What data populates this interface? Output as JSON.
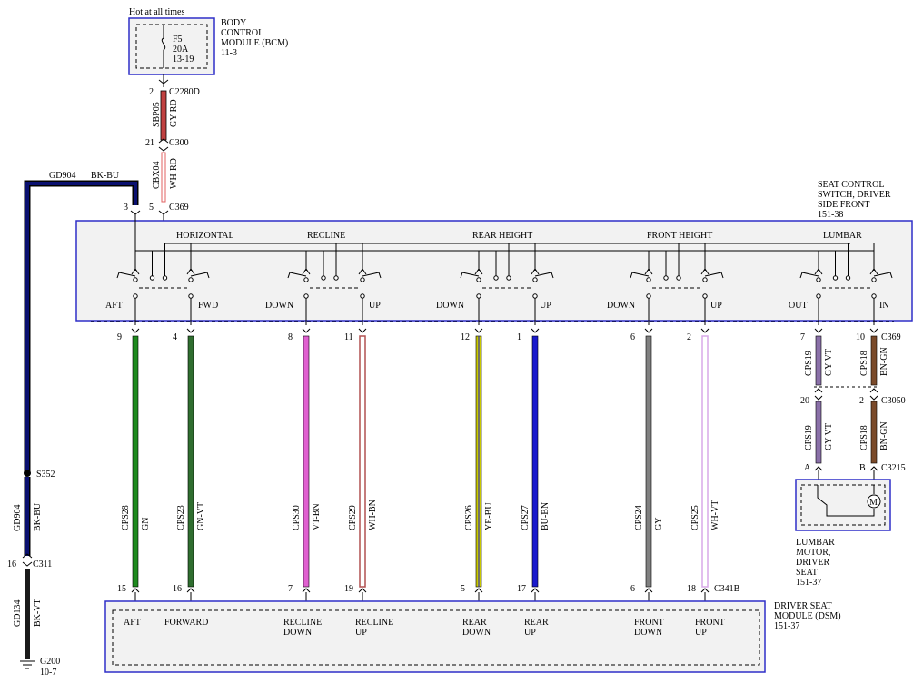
{
  "bcm": {
    "hot_label": "Hot at all times",
    "name_lines": [
      "BODY",
      "CONTROL",
      "MODULE (BCM)",
      "11-3"
    ],
    "fuse_lines": [
      "F5",
      "20A",
      "13-19"
    ]
  },
  "switch": {
    "name_lines": [
      "SEAT CONTROL",
      "SWITCH, DRIVER",
      "SIDE FRONT",
      "151-38"
    ],
    "section_labels": [
      "HORIZONTAL",
      "RECLINE",
      "REAR HEIGHT",
      "FRONT HEIGHT",
      "LUMBAR"
    ],
    "position_labels": [
      "AFT",
      "FWD",
      "DOWN",
      "UP",
      "DOWN",
      "UP",
      "DOWN",
      "UP",
      "OUT",
      "IN"
    ]
  },
  "dsm": {
    "name_lines": [
      "DRIVER SEAT",
      "MODULE (DSM)",
      "151-37"
    ],
    "pin_labels": [
      [
        "AFT"
      ],
      [
        "FORWARD"
      ],
      [
        "RECLINE",
        "DOWN"
      ],
      [
        "RECLINE",
        "UP"
      ],
      [
        "REAR",
        "DOWN"
      ],
      [
        "REAR",
        "UP"
      ],
      [
        "FRONT",
        "DOWN"
      ],
      [
        "FRONT",
        "UP"
      ]
    ]
  },
  "lumbar_motor": {
    "name_lines": [
      "LUMBAR",
      "MOTOR,",
      "DRIVER",
      "SEAT",
      "151-37"
    ],
    "pin_a": "A",
    "pin_b": "B",
    "motor_symbol": "M"
  },
  "connectors": {
    "c2280d": "C2280D",
    "c300": "C300",
    "c369_top": "C369",
    "c369_right": "C369",
    "c3050": "C3050",
    "c3215": "C3215",
    "c341b": "C341B",
    "c311": "C311",
    "s352": "S352",
    "g200": "G200",
    "g200_ref": "10-7"
  },
  "pins": {
    "bcm_out": "2",
    "c300_pin": "21",
    "ground_pin": "3",
    "power_pin": "5",
    "switch_out": [
      "9",
      "4",
      "8",
      "11",
      "12",
      "1",
      "6",
      "2",
      "7",
      "10"
    ],
    "dsm_in": [
      "15",
      "16",
      "7",
      "19",
      "5",
      "17",
      "6",
      "18"
    ],
    "c3050_pins": [
      "20",
      "2"
    ],
    "c311_pin": "16"
  },
  "wires": {
    "power_top": {
      "circuit": "SBP05",
      "color": "GY-RD"
    },
    "power_mid": {
      "circuit": "CBX04",
      "color": "WH-RD"
    },
    "ground_top": {
      "circuit": "GD904",
      "color": "BK-BU"
    },
    "ground_left": {
      "circuit": "GD904",
      "color": "BK-BU"
    },
    "ground_bottom": {
      "circuit": "GD134",
      "color": "BK-VT"
    },
    "signals": [
      {
        "circuit": "CPS28",
        "color": "GN"
      },
      {
        "circuit": "CPS23",
        "color": "GN-VT"
      },
      {
        "circuit": "CPS30",
        "color": "VT-BN"
      },
      {
        "circuit": "CPS29",
        "color": "WH-BN"
      },
      {
        "circuit": "CPS26",
        "color": "YE-BU"
      },
      {
        "circuit": "CPS27",
        "color": "BU-BN"
      },
      {
        "circuit": "CPS24",
        "color": "GY"
      },
      {
        "circuit": "CPS25",
        "color": "WH-VT"
      }
    ],
    "lumbar_upper": [
      {
        "circuit": "CPS19",
        "color": "GY-VT"
      },
      {
        "circuit": "CPS18",
        "color": "BN-GN"
      }
    ],
    "lumbar_lower": [
      {
        "circuit": "CPS19",
        "color": "GY-VT"
      },
      {
        "circuit": "CPS18",
        "color": "BN-GN"
      }
    ]
  },
  "colors": {
    "module_border": "#2f2fc8",
    "module_fill": "#f2f2f2",
    "GN": "#1e8a1e",
    "GN-VT": "#2f6e2f",
    "VT-BN": "#e060d0",
    "WH-BN": "#b05050",
    "YE-BU": "#c8c800",
    "BU-BN": "#1a1acc",
    "GY": "#808080",
    "WH-VT": "#d8a8e8",
    "GY-VT": "#8a70a8",
    "BN-GN": "#7a4a2a",
    "GY-RD": "#c04040",
    "WH-RD": "#e06060",
    "BK-BU": "#0a1070",
    "BK-VT": "#1a1a1a"
  }
}
